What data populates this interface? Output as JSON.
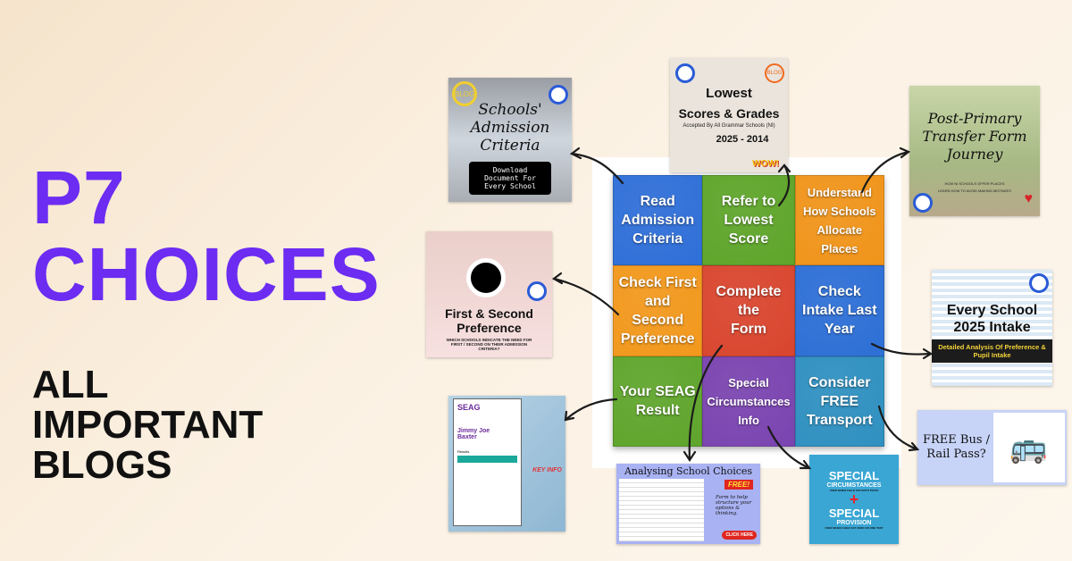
{
  "headline": {
    "line1": "P7",
    "line2": "CHOICES",
    "sub": [
      "ALL",
      "IMPORTANT",
      "BLOGS"
    ]
  },
  "puzzle": [
    {
      "label": "Read\nAdmission\nCriteria",
      "color": "#2f6fd8"
    },
    {
      "label": "Refer to\nLowest\nScore",
      "color": "#5ea52a"
    },
    {
      "label": "Understand\nHow Schools\nAllocate Places",
      "color": "#f0941a"
    },
    {
      "label": "Check First\nand Second\nPreference",
      "color": "#f2981c"
    },
    {
      "label": "Complete\nthe\nForm",
      "color": "#d9452e"
    },
    {
      "label": "Check\nIntake Last\nYear",
      "color": "#2d6fd6"
    },
    {
      "label": "Your SEAG\nResult",
      "color": "#5fa52c"
    },
    {
      "label": "Special\nCircumstances\nInfo",
      "color": "#7a44b0"
    },
    {
      "label": "Consider\nFREE\nTransport",
      "color": "#2f90c0"
    }
  ],
  "thumbs": {
    "admission": {
      "badge": "BLOG",
      "title": "Schools' Admission Criteria",
      "button": "Download Document For Every School"
    },
    "lowest": {
      "badge": "BLOG",
      "title1": "Lowest",
      "title2": "Scores & Grades",
      "sub": "Accepted By All Grammar Schools (NI)",
      "years": "2025 - 2014",
      "wow": "WOW!"
    },
    "journey": {
      "title": "Post-Primary Transfer Form Journey",
      "sub1": "HOW NI SCHOOLS OFFER PLACES",
      "sub2": "LEARN HOW TO AVOID MAKING MISTAKES"
    },
    "preference": {
      "title": "First & Second Preference",
      "sub": "WHICH SCHOOLS INDICATE THE NEED FOR FIRST / SECOND ON THEIR ADMISSION CRITERIA?"
    },
    "intake": {
      "title": "Every School 2025 Intake",
      "band": "Detailed Analysis Of Preference & Pupil Intake"
    },
    "seag": {
      "brand": "SEAG",
      "name": "Jimmy Joe Baxter",
      "results": "Results",
      "key": "KEY INFO"
    },
    "analysing": {
      "title": "Analysing School Choices",
      "free": "FREE!",
      "desc": "Form to help structure your options & thinking.",
      "cta": "CLICK HERE"
    },
    "special": {
      "t1": "SPECIAL",
      "t1b": "CIRCUMSTANCES",
      "s1": "USED WHEN CHILD SAT BOTH TESTS",
      "plus": "+",
      "t2": "SPECIAL",
      "t2b": "PROVISION",
      "s2": "USED WHEN CHILD SAT ZERO OR ONE TEST"
    },
    "bus": {
      "title": "FREE Bus / Rail Pass?"
    }
  }
}
